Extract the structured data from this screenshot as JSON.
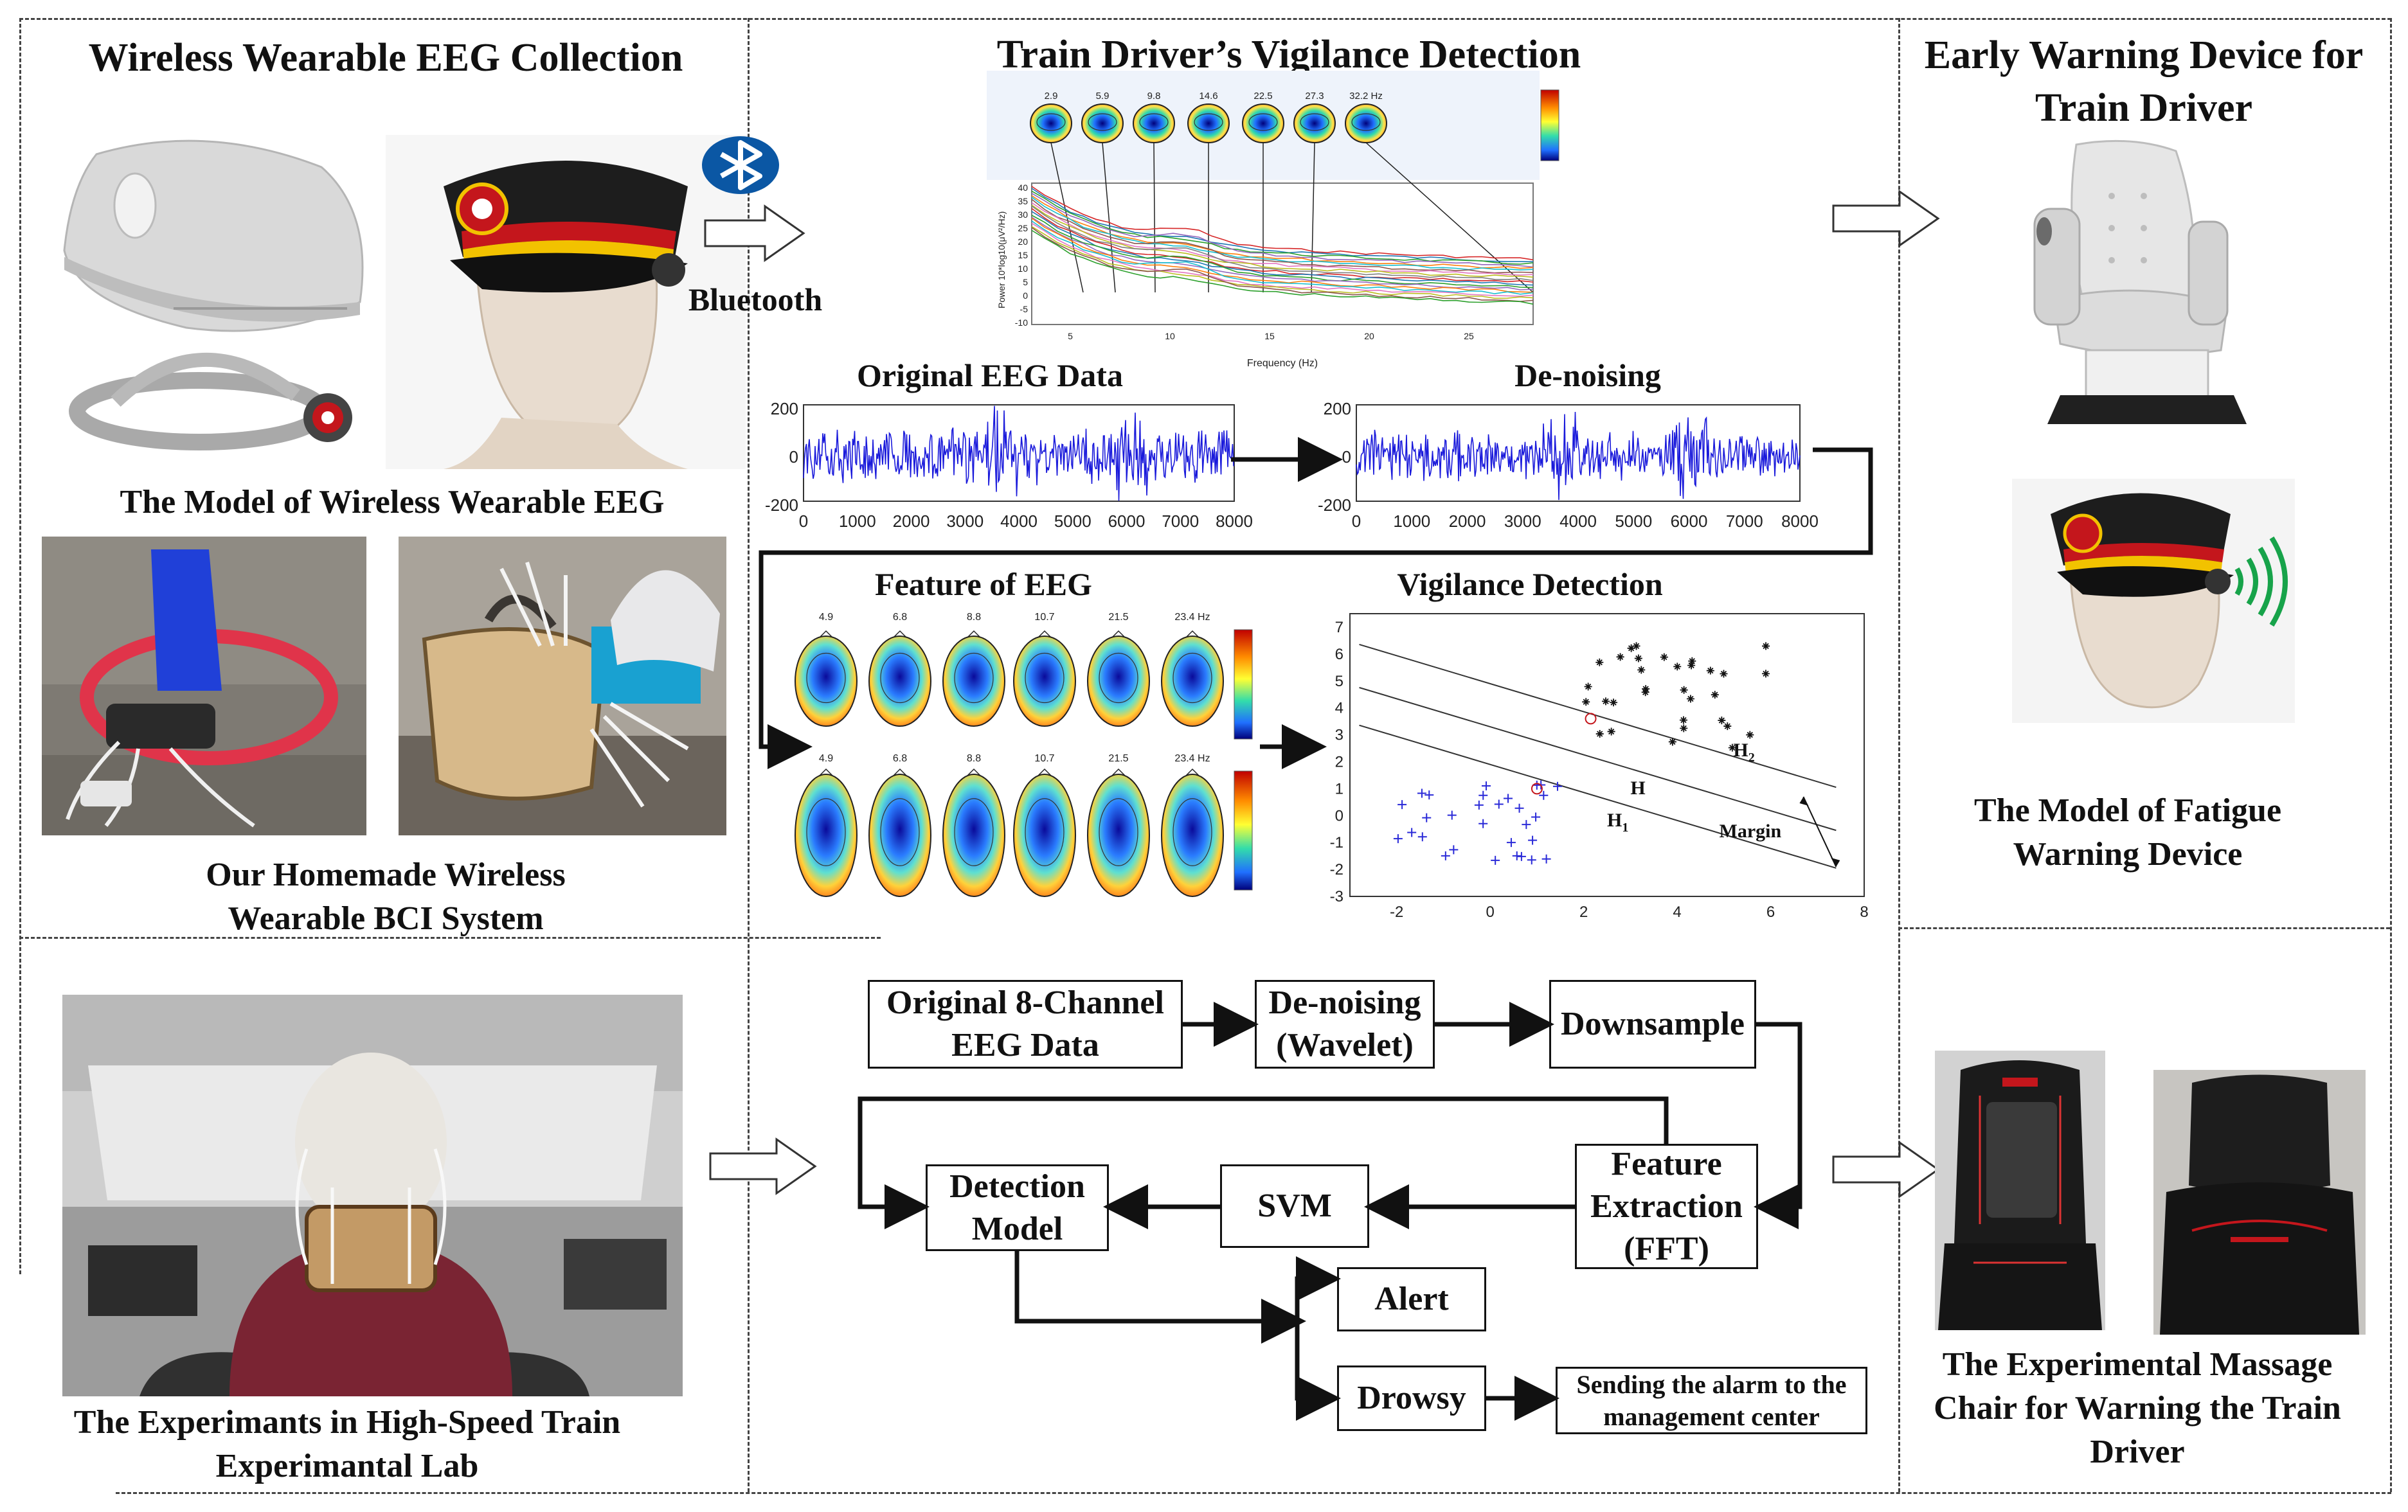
{
  "sections": {
    "collection_title": "Wireless Wearable EEG Collection",
    "vigilance_title": "Train Driver’s Vigilance Detection",
    "warning_title": "Early Warning Device for Train Driver"
  },
  "left": {
    "bluetooth_label": "Bluetooth",
    "model_caption": "The Model of Wireless Wearable EEG",
    "homemade_caption": "Our Homemade Wireless Wearable BCI System",
    "experiment_caption": "The Experimants in High-Speed Train Experimantal Lab"
  },
  "middle": {
    "original_label": "Original EEG Data",
    "denoise_label": "De-noising",
    "feature_label": "Feature of EEG",
    "vigilance_label": "Vigilance Detection",
    "topo_top_freqs": [
      "2.9",
      "5.9",
      "9.8",
      "14.6",
      "22.5",
      "27.3",
      "32.2 Hz"
    ],
    "topo_feature_freqs": [
      "4.9",
      "6.8",
      "8.8",
      "10.7",
      "21.5",
      "23.4 Hz"
    ],
    "psd_ylabel": "Power 10*log10(μV²/Hz)",
    "psd_xlabel": "Frequency (Hz)",
    "psd_yticks": [
      "40",
      "35",
      "30",
      "25",
      "20",
      "15",
      "10",
      "5",
      "0",
      "-5",
      "-10"
    ],
    "psd_xticks": [
      "5",
      "10",
      "15",
      "20",
      "25"
    ],
    "signal_yticks": [
      "200",
      "0",
      "-200"
    ],
    "signal_xticks": [
      "0",
      "1000",
      "2000",
      "3000",
      "4000",
      "5000",
      "6000",
      "7000",
      "8000"
    ],
    "svm_yticks": [
      "7",
      "6",
      "5",
      "4",
      "3",
      "2",
      "1",
      "0",
      "-1",
      "-2",
      "-3"
    ],
    "svm_xticks": [
      "-2",
      "0",
      "2",
      "4",
      "6",
      "8"
    ],
    "svm_labels": {
      "h": "H",
      "h1": "H",
      "h1_sub": "1",
      "h2": "H",
      "h2_sub": "2",
      "margin": "Margin"
    }
  },
  "flow": {
    "original": "Original 8-Channel EEG Data",
    "denoise": "De-noising (Wavelet)",
    "downsample": "Downsample",
    "feature": "Feature Extraction (FFT)",
    "svm": "SVM",
    "detection": "Detection Model",
    "alert": "Alert",
    "drowsy": "Drowsy",
    "sending": "Sending the alarm to the management center"
  },
  "right": {
    "fatigue_caption": "The Model of Fatigue Warning Device",
    "massage_caption": "The  Experimental Massage Chair for Warning the Train Driver"
  },
  "colors": {
    "eeg_blue": "#1a1adb",
    "hat_red": "#c4161c",
    "hat_yellow": "#f2c200",
    "sound_green": "#17a34a"
  }
}
